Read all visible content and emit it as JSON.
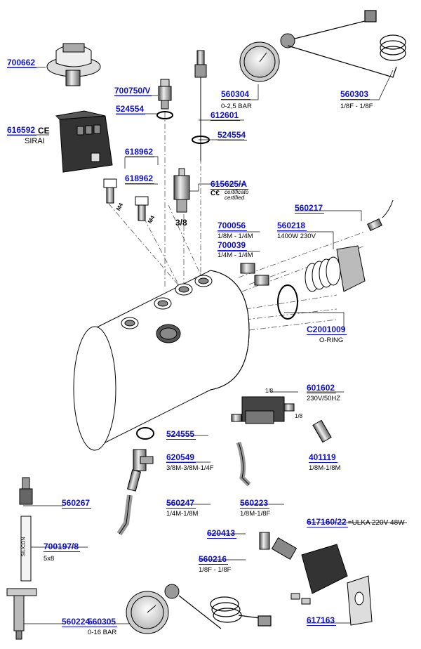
{
  "parts": {
    "p700662": {
      "code": "700662"
    },
    "p700750": {
      "code": "700750/V"
    },
    "p524554a": {
      "code": "524554"
    },
    "p612601": {
      "code": "612601"
    },
    "p524554b": {
      "code": "524554"
    },
    "p560304": {
      "code": "560304",
      "spec": "0-2,5 BAR"
    },
    "p560303": {
      "code": "560303",
      "spec": "1/8F - 1/8F"
    },
    "p616592": {
      "code": "616592",
      "mark": "CE",
      "brand": "SIRAI"
    },
    "p618962a": {
      "code": "618962"
    },
    "p618962b": {
      "code": "618962"
    },
    "p615625": {
      "code": "615625/A",
      "cert1": "certificato",
      "cert2": "certified",
      "thread": "3/8"
    },
    "p560217": {
      "code": "560217"
    },
    "p700056": {
      "code": "700056",
      "spec": "1/8M - 1/4M"
    },
    "p560218": {
      "code": "560218",
      "spec": "1400W 230V"
    },
    "p700039": {
      "code": "700039",
      "spec": "1/4M - 1/4M"
    },
    "pC2001009": {
      "code": "C2001009",
      "spec": "O-RING"
    },
    "p601602": {
      "code": "601602",
      "spec": "230V/50HZ",
      "t1": "1/8",
      "t2": "1/8"
    },
    "p401119": {
      "code": "401119",
      "spec": "1/8M-1/8M"
    },
    "p524555": {
      "code": "524555"
    },
    "p620549": {
      "code": "620549",
      "spec": "3/8M-3/8M-1/4F"
    },
    "p560267": {
      "code": "560267"
    },
    "p560247": {
      "code": "560247",
      "spec": "1/4M-1/8M"
    },
    "p560223": {
      "code": "560223",
      "spec": "1/8M-1/8F"
    },
    "p700197": {
      "code": "700197/8",
      "spec": "5x8",
      "tube": "SILICON"
    },
    "p620413": {
      "code": "620413"
    },
    "p617160": {
      "code": "617160/22",
      "spec": "=ULKA 220V 48W"
    },
    "p560216": {
      "code": "560216",
      "spec": "1/8F - 1/8F"
    },
    "p560224": {
      "code": "560224"
    },
    "p560305": {
      "code": "560305",
      "spec": "0-16 BAR"
    },
    "p617163": {
      "code": "617163"
    },
    "m4a": "M4",
    "m4b": "M4"
  },
  "colors": {
    "label": "#1010c8",
    "line": "#000000"
  }
}
